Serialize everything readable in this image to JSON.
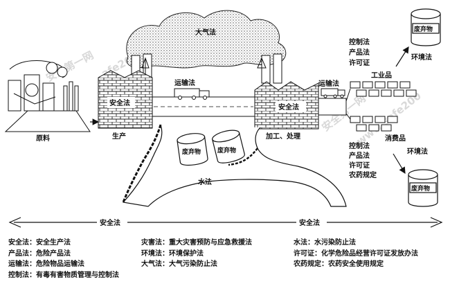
{
  "diagram": {
    "cloud_label": "大气法",
    "raw_material_label": "原料",
    "production_label": "生产",
    "safety_building_left": "安全法",
    "safety_building_right": "安全法",
    "transport_label_mid": "运输法",
    "transport_label_right": "运输法",
    "processing_label": "加工、处理",
    "water_label": "水法",
    "waste_barrel_1": "废弃物",
    "waste_barrel_2": "废弃物",
    "waste_top": "废弃物",
    "waste_bottom": "废弃物",
    "env_top": "环境法",
    "env_bottom": "环境法",
    "industrial_laws": [
      "控制法",
      "产品法",
      "许可证"
    ],
    "industrial_label": "工业品",
    "consumer_laws": [
      "控制法",
      "产品法",
      "许可证",
      "农药规定"
    ],
    "consumer_label": "消费品",
    "safety_arrow_left": "安全法",
    "safety_arrow_right": "安全法",
    "watermarks": [
      "安全第一网",
      "afe2004.com",
      "安全第一网",
      "www.safe200"
    ]
  },
  "legend": {
    "col1": [
      "安全法：安全生产法",
      "产品法：危险产品法",
      "运输法：危险物品运输法",
      "控制法：有毒有害物质管理与控制法"
    ],
    "col2": [
      "灾害法：重大灾害预防与应急救援法",
      "环境法：环境保护法",
      "大气法：大气污染防止法"
    ],
    "col3": [
      "水法：水污染防止法",
      "许可证：化学危险品经营许可证发放办法",
      "农药规定：农药安全使用规定"
    ]
  }
}
